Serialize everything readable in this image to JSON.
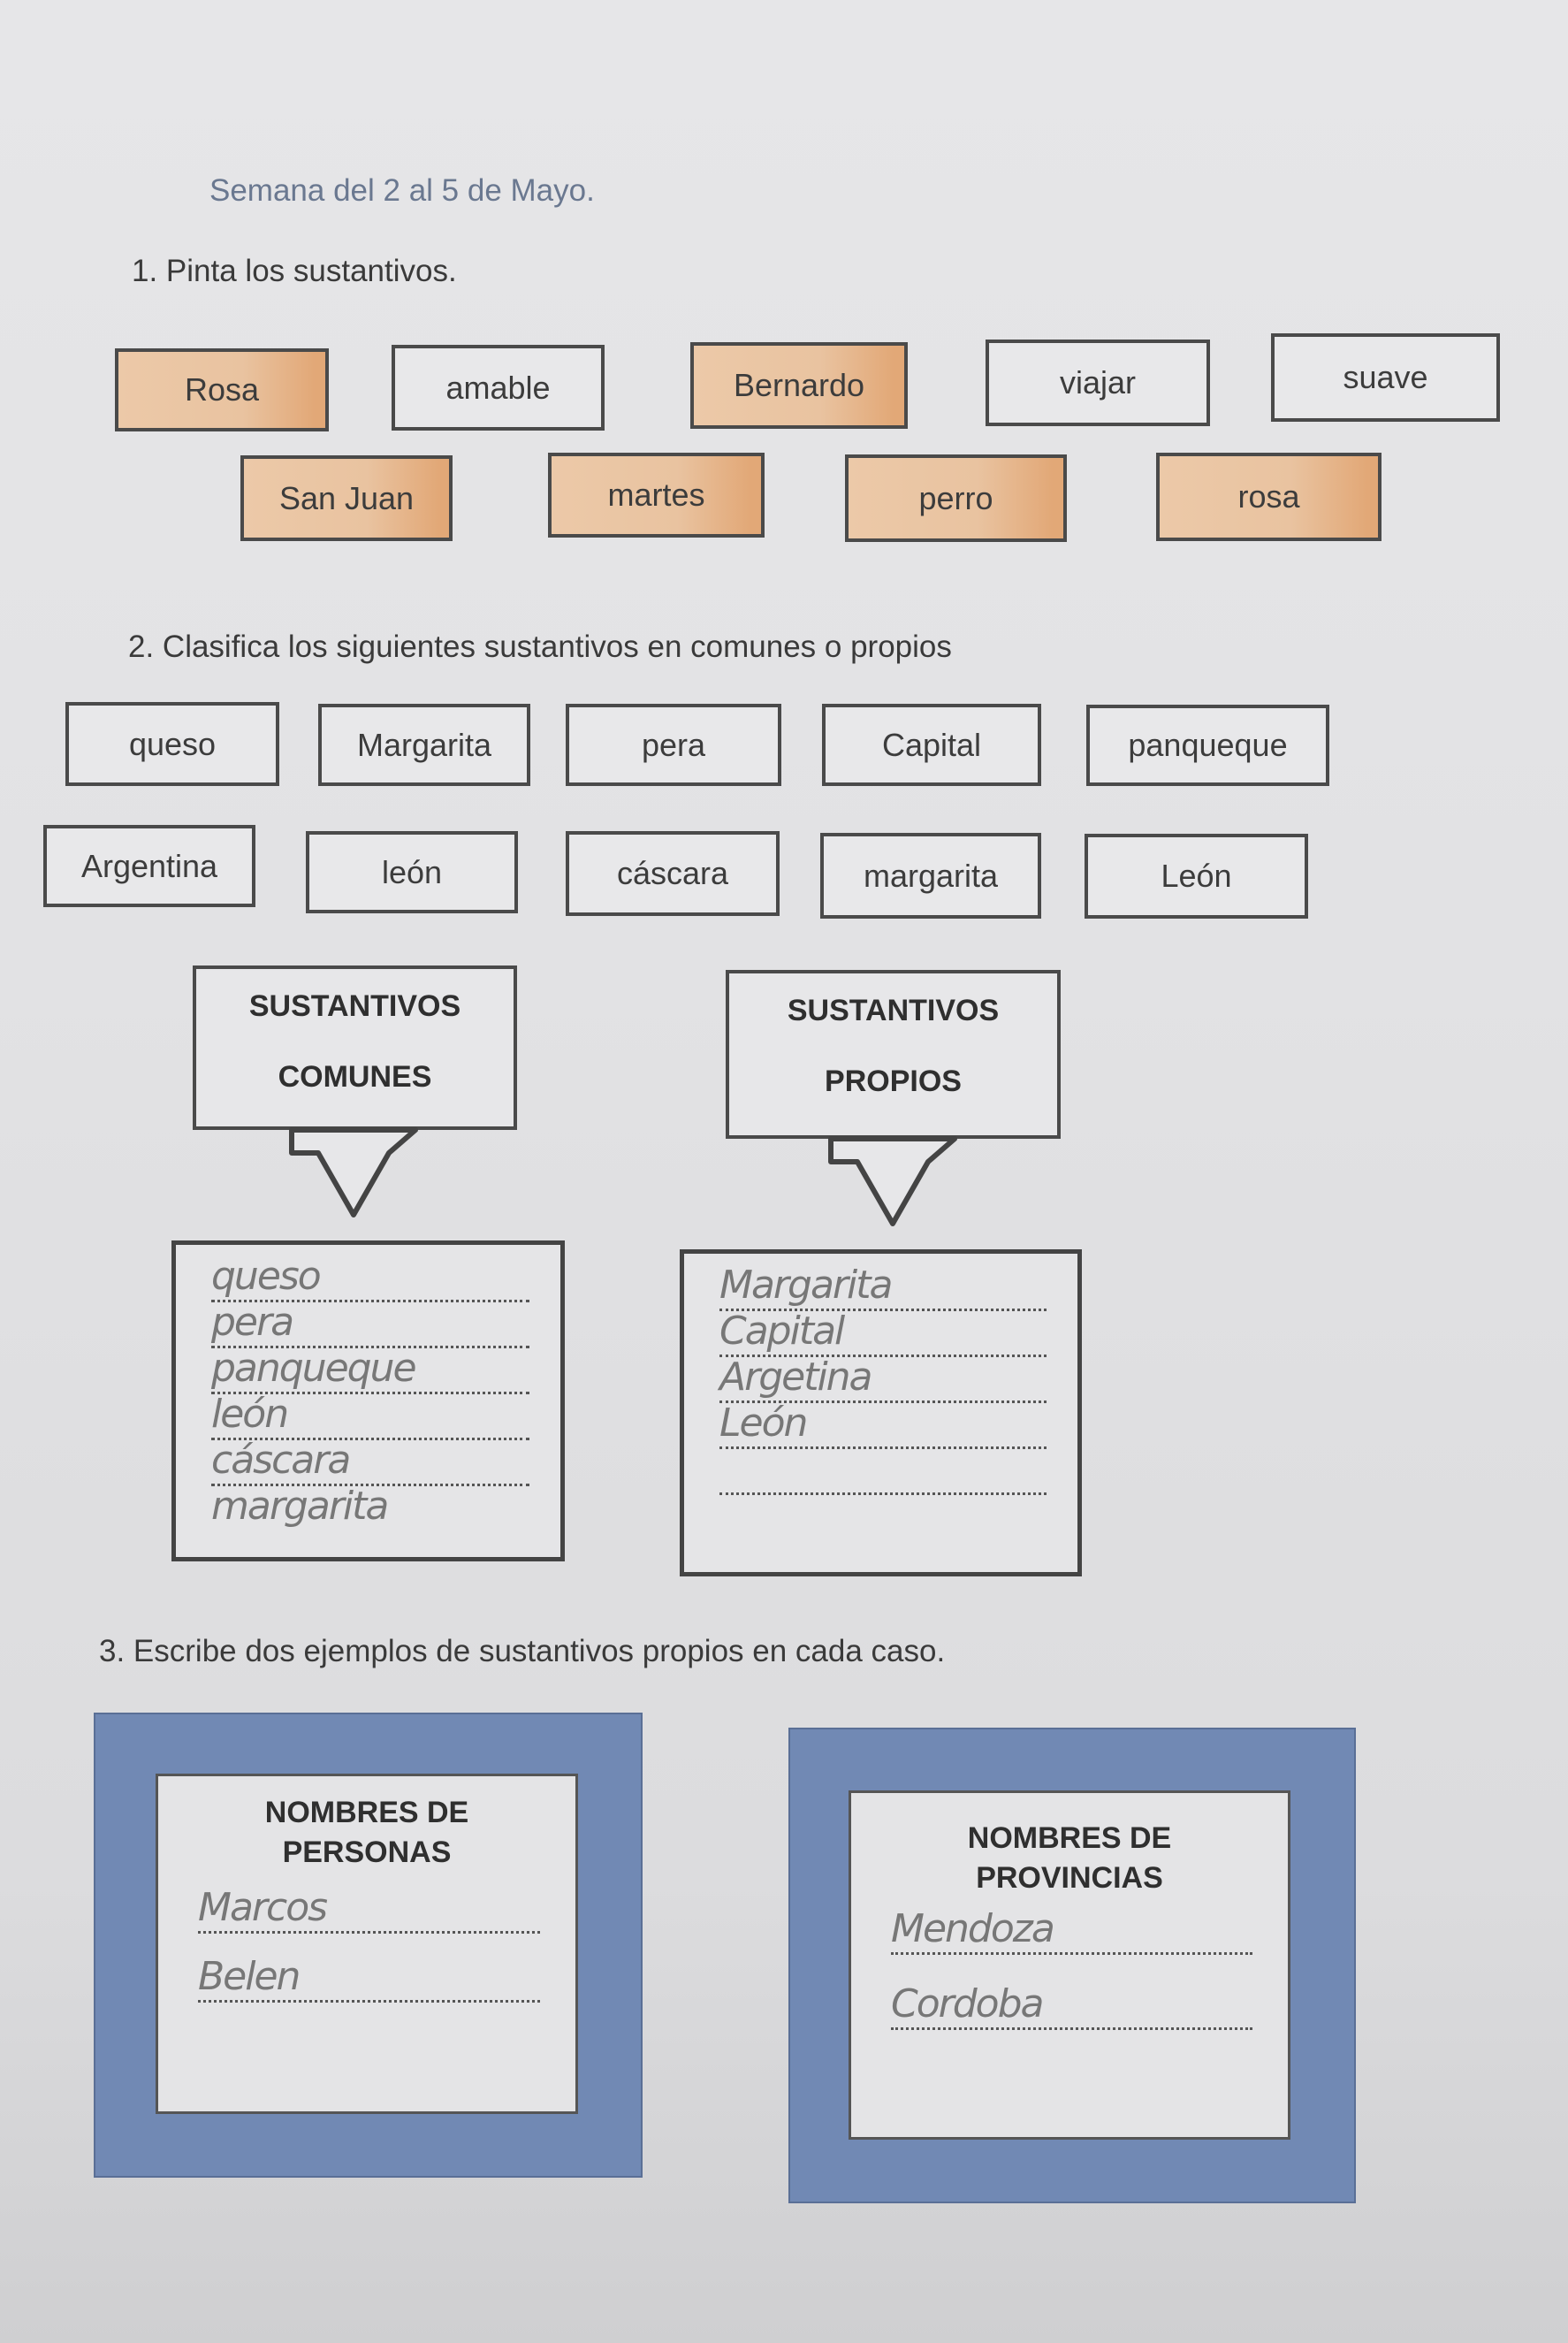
{
  "title": "Semana del 2 al 5 de Mayo.",
  "exercise1": {
    "instruction": "1.  Pinta los sustantivos.",
    "words": [
      {
        "label": "Rosa",
        "painted": true
      },
      {
        "label": "amable",
        "painted": false
      },
      {
        "label": "Bernardo",
        "painted": true
      },
      {
        "label": "viajar",
        "painted": false
      },
      {
        "label": "suave",
        "painted": false
      },
      {
        "label": "San Juan",
        "painted": true
      },
      {
        "label": "martes",
        "painted": true
      },
      {
        "label": "perro",
        "painted": true
      },
      {
        "label": "rosa",
        "painted": true
      }
    ],
    "paint_color": "#e9c3a0"
  },
  "exercise2": {
    "instruction": "2. Clasifica los siguientes sustantivos en comunes o propios",
    "words": [
      "queso",
      "Margarita",
      "pera",
      "Capital",
      "panqueque",
      "Argentina",
      "león",
      "cáscara",
      "margarita",
      "León"
    ],
    "comunes": {
      "header_line1": "SUSTANTIVOS",
      "header_line2": "COMUNES",
      "answers": [
        "queso",
        "pera",
        "panqueque",
        "león",
        "cáscara",
        "margarita"
      ]
    },
    "propios": {
      "header_line1": "SUSTANTIVOS",
      "header_line2": "PROPIOS",
      "answers": [
        "Margarita",
        "Capital",
        "Argetina",
        "León"
      ]
    }
  },
  "exercise3": {
    "instruction": "3. Escribe dos ejemplos de sustantivos propios en cada caso.",
    "personas": {
      "header_line1": "NOMBRES DE",
      "header_line2": "PERSONAS",
      "answers": [
        "Marcos",
        "Belen"
      ]
    },
    "provincias": {
      "header_line1": "NOMBRES DE",
      "header_line2": "PROVINCIAS",
      "answers": [
        "Mendoza",
        "Cordoba"
      ]
    },
    "frame_color": "#7189b4"
  }
}
